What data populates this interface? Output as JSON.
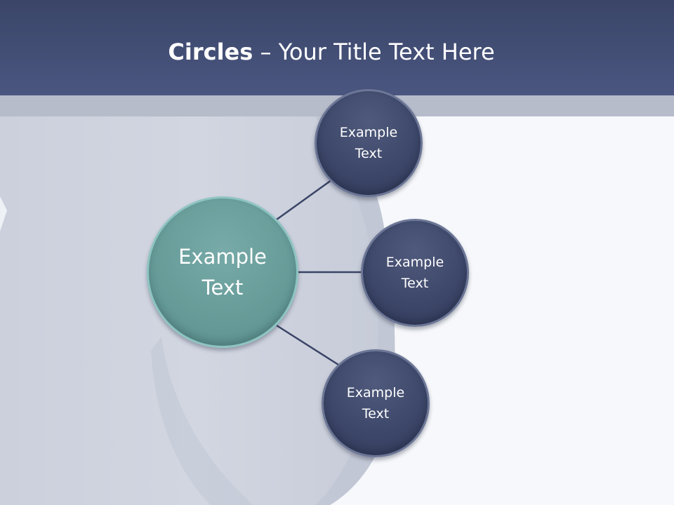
{
  "slide": {
    "title_bold": "Circles",
    "title_rest": " – Your Title Text Here"
  },
  "diagram": {
    "center": {
      "label": "Example Text"
    },
    "branches": [
      {
        "label": "Example Text"
      },
      {
        "label": "Example Text"
      },
      {
        "label": "Example Text"
      }
    ]
  },
  "colors": {
    "header": "#3f4a6e",
    "center_circle": "#679c99",
    "branch_circle": "#3c4668",
    "connector": "#3a4466"
  }
}
